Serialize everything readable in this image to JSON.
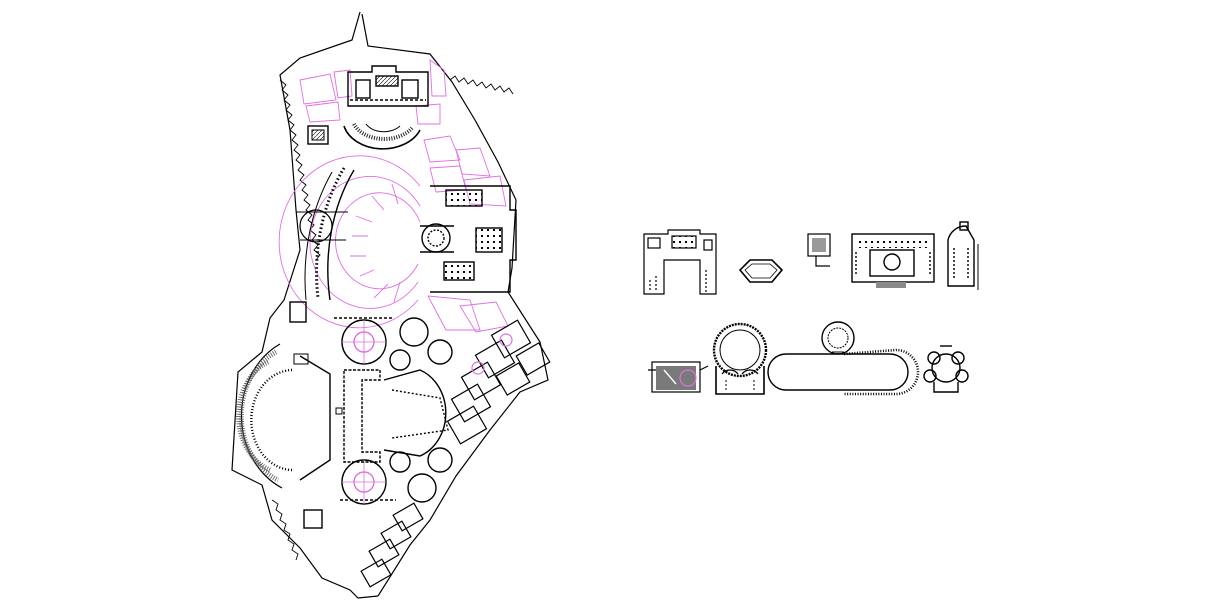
{
  "drawing": {
    "background": "#ffffff",
    "line_color": "#000000",
    "accent_color": "#e070e0",
    "gray_color": "#7a7a7a",
    "site_plan": {
      "elements": [
        "site-boundary",
        "north-palace",
        "north-exedra",
        "central-semicircle-garden",
        "east-wing-complex",
        "west-colonnade",
        "theater",
        "south-thermae",
        "south-east-terraces"
      ]
    },
    "detail_row_top": [
      "palace-block-detail",
      "octagon-detail",
      "small-square-detail",
      "courtyard-villa-detail",
      "apse-hall-detail"
    ],
    "detail_row_bottom": [
      "gray-block-detail",
      "twin-apse-rotunda-detail",
      "stadium-racetrack-detail",
      "clover-pavilion-detail"
    ]
  }
}
